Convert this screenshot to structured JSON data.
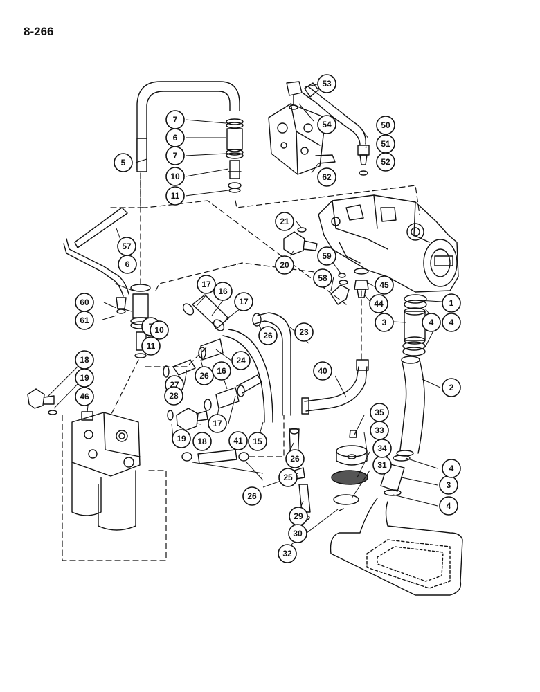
{
  "page_number": "8-266",
  "callouts": [
    "1",
    "2",
    "3",
    "3",
    "4",
    "4",
    "4",
    "4",
    "5",
    "6",
    "6",
    "7",
    "7",
    "7",
    "10",
    "10",
    "11",
    "11",
    "15",
    "16",
    "16",
    "17",
    "17",
    "17",
    "18",
    "18",
    "19",
    "19",
    "20",
    "21",
    "23",
    "24",
    "25",
    "26",
    "26",
    "26",
    "26",
    "27",
    "28",
    "29",
    "30",
    "31",
    "32",
    "33",
    "34",
    "35",
    "40",
    "41",
    "44",
    "45",
    "46",
    "50",
    "51",
    "52",
    "53",
    "54",
    "57",
    "58",
    "59",
    "60",
    "61",
    "62"
  ]
}
